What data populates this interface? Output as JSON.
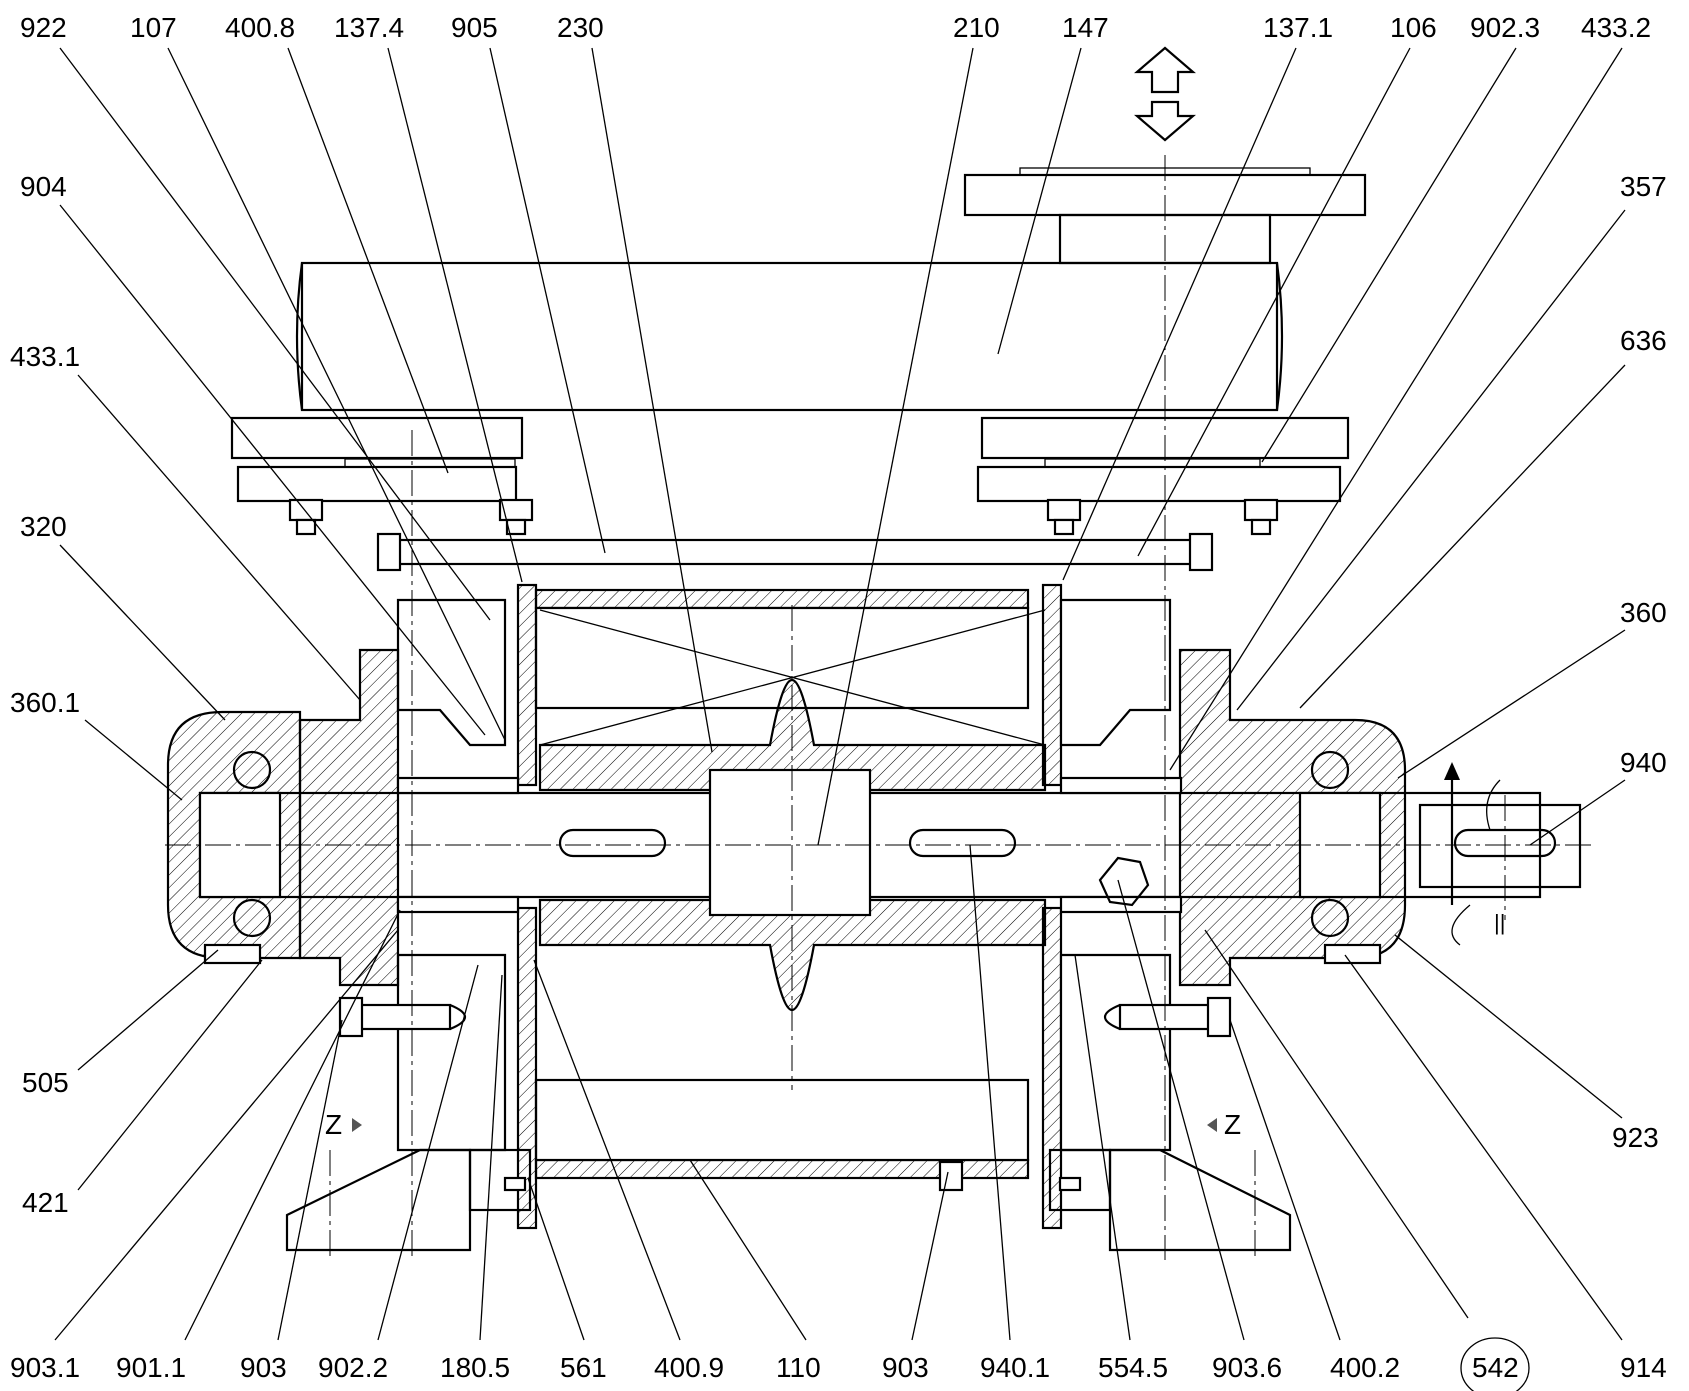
{
  "labels": {
    "top": [
      "922",
      "107",
      "400.8",
      "137.4",
      "905",
      "230",
      "210",
      "147",
      "137.1",
      "106",
      "902.3",
      "433.2"
    ],
    "left": [
      "904",
      "433.1",
      "320",
      "360.1",
      "505",
      "421"
    ],
    "right": [
      "357",
      "636",
      "360",
      "940",
      "923"
    ],
    "bottom": [
      "903.1",
      "901.1",
      "903",
      "902.2",
      "180.5",
      "561",
      "400.9",
      "110",
      "903",
      "940.1",
      "554.5",
      "903.6",
      "400.2",
      "542",
      "914"
    ]
  },
  "markers": {
    "z_left": "Z",
    "z_right": "Z",
    "tick": "||"
  }
}
